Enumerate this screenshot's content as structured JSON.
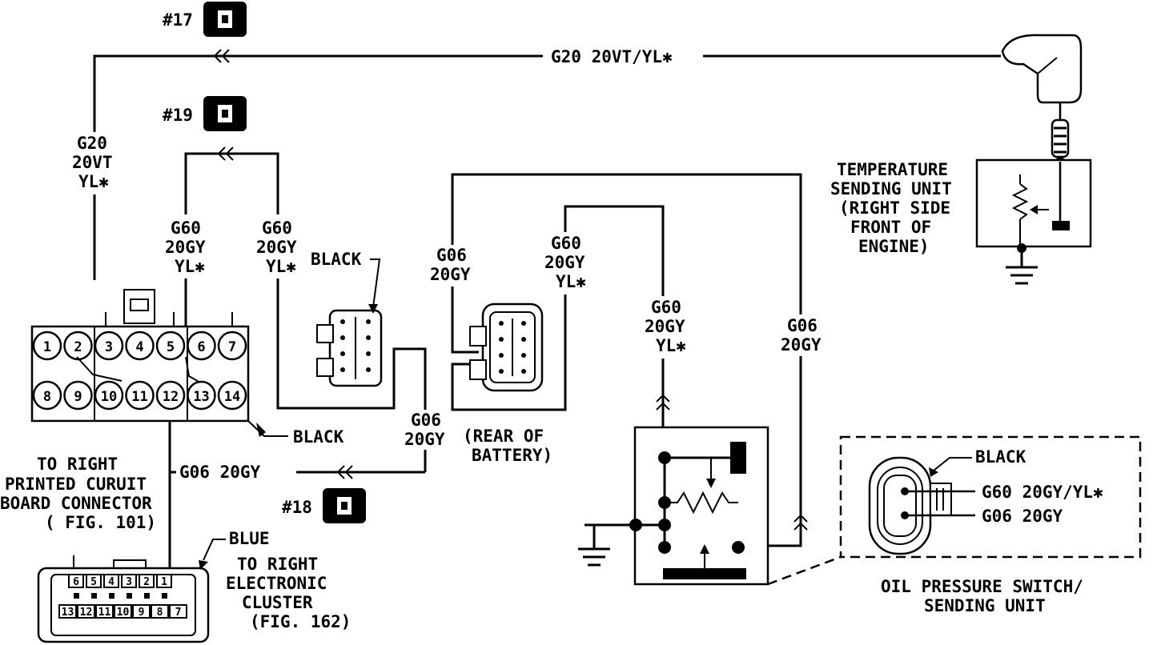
{
  "splices": {
    "s17": "#17",
    "s19": "#19",
    "s18": "#18"
  },
  "wires": {
    "top_label": "G20 20VT/YL✱",
    "g20_vertical": [
      "G20",
      "20VT",
      "YL✱"
    ],
    "g60_left_a": [
      "G60",
      "20GY",
      "YL✱"
    ],
    "g60_left_b": [
      "G60",
      "20GY",
      "YL✱"
    ],
    "g06_mid_top": [
      "G06",
      "20GY"
    ],
    "g60_mid_top": [
      "G60",
      "20GY",
      "YL✱"
    ],
    "g60_relay": [
      "G60",
      "20GY",
      "YL✱"
    ],
    "g06_right": [
      "G06",
      "20GY"
    ],
    "g06_bottom": [
      "G06",
      "20GY"
    ],
    "g06_horizontal": "G06 20GY"
  },
  "connector_colors": {
    "black_top": "BLACK",
    "black_cluster_connector": "BLACK",
    "blue": "BLUE",
    "black_oil": "BLACK"
  },
  "main_connector": {
    "pins_top": [
      "1",
      "2",
      "3",
      "4",
      "5",
      "6",
      "7"
    ],
    "pins_bottom": [
      "8",
      "9",
      "10",
      "11",
      "12",
      "13",
      "14"
    ]
  },
  "cluster_connector": {
    "pins_top": [
      "6",
      "5",
      "4",
      "3",
      "2",
      "1"
    ],
    "pins_bottom": [
      "13",
      "12",
      "11",
      "10",
      "9",
      "8",
      "7"
    ]
  },
  "labels": {
    "rear_battery": [
      "(REAR OF",
      "BATTERY)"
    ],
    "printed_circuit": [
      "TO RIGHT",
      "PRINTED CURUIT",
      "BOARD CONNECTOR",
      "( FIG. 101)"
    ],
    "electronic_cluster": [
      "TO RIGHT",
      "ELECTRONIC",
      "CLUSTER",
      "(FIG. 162)"
    ],
    "temp_unit": [
      "TEMPERATURE",
      "SENDING UNIT",
      "(RIGHT SIDE",
      "FRONT OF",
      "ENGINE)"
    ],
    "oil_pressure": [
      "OIL PRESSURE SWITCH/",
      "SENDING UNIT"
    ]
  },
  "oil_switch_wires": {
    "w1": "G60 20GY/YL✱",
    "w2": "G06 20GY"
  }
}
